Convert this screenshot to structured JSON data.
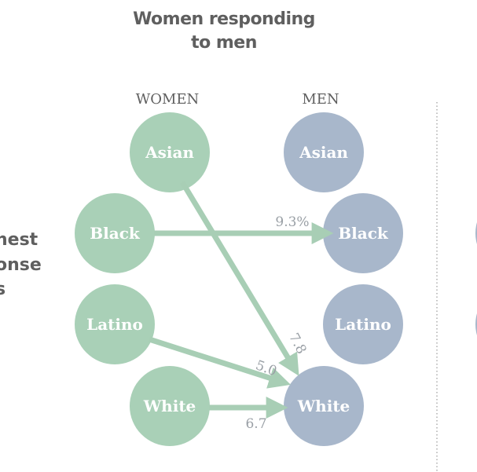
{
  "title_lines": [
    "Women responding",
    "to men"
  ],
  "side_text_lines": [
    "hest",
    "onse",
    "s"
  ],
  "columns": {
    "women": "WOMEN",
    "men": "MEN"
  },
  "women_groups": [
    "Asian",
    "Black",
    "Latino",
    "White"
  ],
  "men_groups": [
    "Asian",
    "Black",
    "Latino",
    "White"
  ],
  "flows": [
    {
      "from": "Black",
      "to": "Black",
      "label": "9.3%",
      "value": 9.3
    },
    {
      "from": "Asian",
      "to": "White",
      "label": "7.8",
      "value": 7.8
    },
    {
      "from": "Latino",
      "to": "White",
      "label": "5.0",
      "value": 5.0
    },
    {
      "from": "White",
      "to": "White",
      "label": "6.7",
      "value": 6.7
    }
  ],
  "colors": {
    "women": "#a9d0b7",
    "men": "#a8b7cb",
    "arrow": "#a8ceb5",
    "text": "#5f5f5f",
    "label": "#9aa0a6"
  }
}
